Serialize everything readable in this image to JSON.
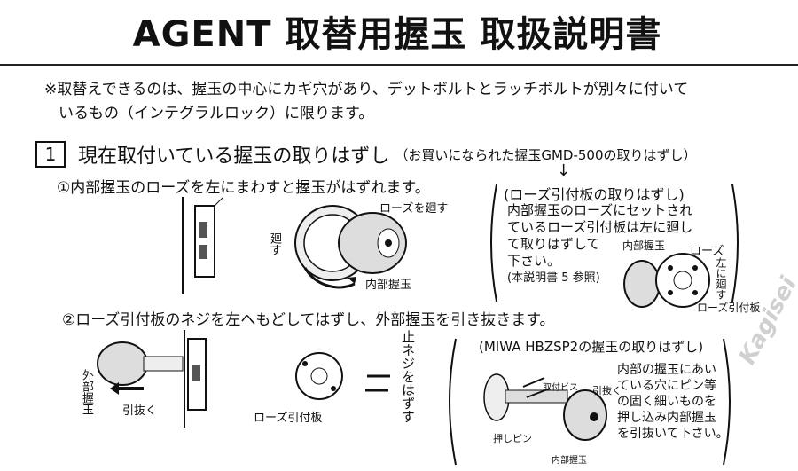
{
  "title": "AGENT 取替用握玉 取扱説明書",
  "note": {
    "line1": "※取替えできるのは、握玉の中心にカギ穴があり、デットボルトとラッチボルトが別々に付いて",
    "line2": "いるもの（インテグラルロック）に限ります。"
  },
  "section1": {
    "number": "1",
    "title": "現在取付いている握玉の取りはずし",
    "subtitle": "（お買いになられた握玉GMD-500の取りはずし）"
  },
  "step1": {
    "text": "①内部握玉のローズを左にまわすと握玉がはずれます。",
    "label_rotate_rose": "ローズを廻す",
    "label_turn": "廻す",
    "label_inner_knob": "内部握玉"
  },
  "box1": {
    "title": "(ローズ引付板の取りはずし)",
    "body": [
      "内部握玉のローズにセットされ",
      "ているローズ引付板は左に廻し",
      "て取りはずして",
      "下さい。",
      "(本説明書 5 参照)"
    ],
    "label_inner_knob": "内部握玉",
    "label_rose": "ローズ",
    "label_left_turn": "左に廻す",
    "label_rose_plate": "ローズ引付板"
  },
  "step2": {
    "text": "②ローズ引付板のネジを左へもどしてはずし、外部握玉を引き抜きます。",
    "label_outer_knob": "外部握玉",
    "label_pull": "引抜く",
    "label_rose_plate": "ローズ引付板",
    "label_screw": "止ネジをはずす"
  },
  "box2": {
    "title": "(MIWA HBZSP2の握玉の取りはずし)",
    "body": [
      "内部の握玉にあい",
      "ている穴にピン等",
      "の固く細いものを",
      "押し込み内部握玉",
      "を引抜いて下さい。"
    ],
    "label_pull": "引抜く",
    "label_pin": "押しピン",
    "label_screw": "取付ビス",
    "label_inner_knob": "内部握玉"
  },
  "watermark": "Kagisei"
}
